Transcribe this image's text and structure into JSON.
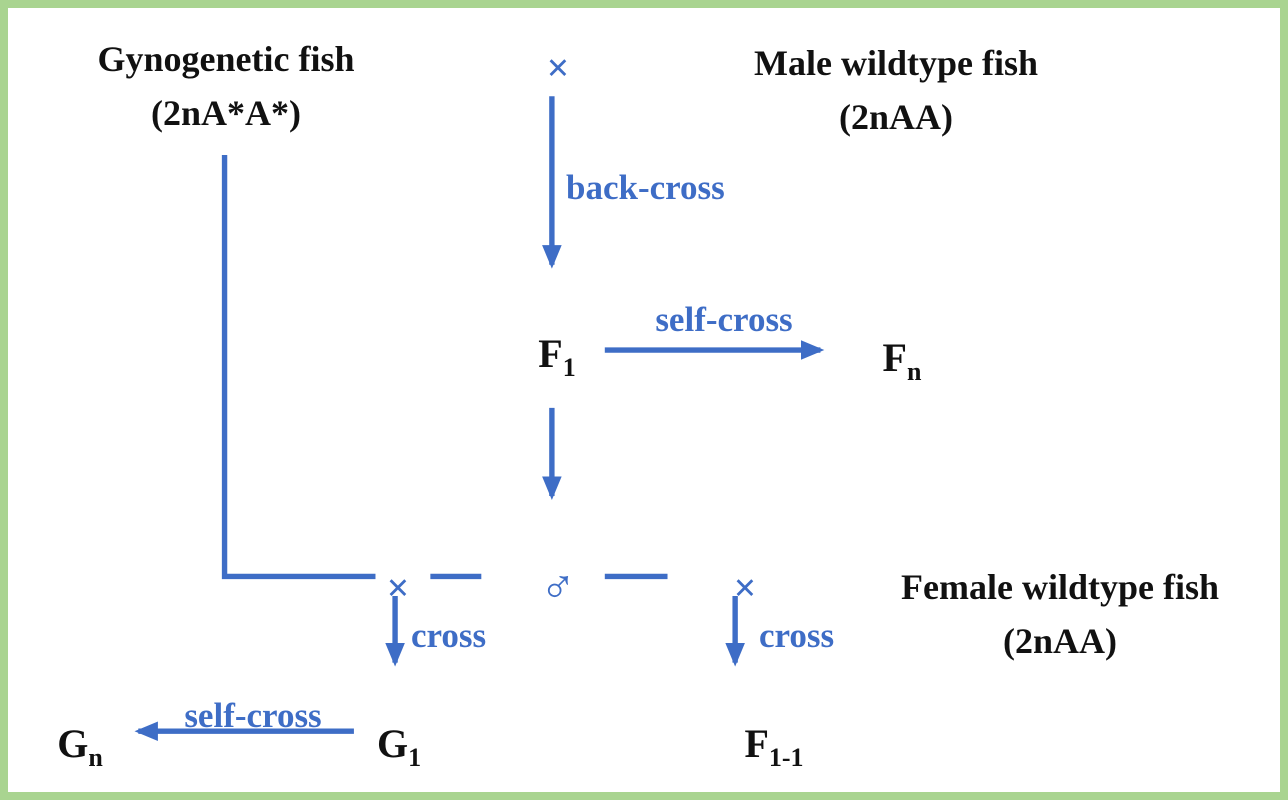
{
  "palette": {
    "blue": "#3E6DC6",
    "green_border": "#A9D490",
    "text_black": "#111111"
  },
  "nodes": {
    "gynogenetic": {
      "line1": "Gynogenetic fish",
      "line2": "(2nA*A*)"
    },
    "male_wildtype": {
      "line1": "Male wildtype fish",
      "line2": "(2nAA)"
    },
    "female_wildtype": {
      "line1": "Female wildtype fish",
      "line2": "(2nAA)"
    },
    "f1": {
      "base": "F",
      "sub": "1"
    },
    "fn": {
      "base": "F",
      "sub": "n"
    },
    "f1_1": {
      "base": "F",
      "sub": "1-1"
    },
    "g1": {
      "base": "G",
      "sub": "1"
    },
    "gn": {
      "base": "G",
      "sub": "n"
    }
  },
  "symbols": {
    "cross_top": "×",
    "cross_left": "×",
    "cross_right": "×",
    "male": "♂"
  },
  "labels": {
    "back_cross": "back-cross",
    "self_cross_top": "self-cross",
    "self_cross_bottom": "self-cross",
    "cross_left": "cross",
    "cross_right": "cross"
  }
}
